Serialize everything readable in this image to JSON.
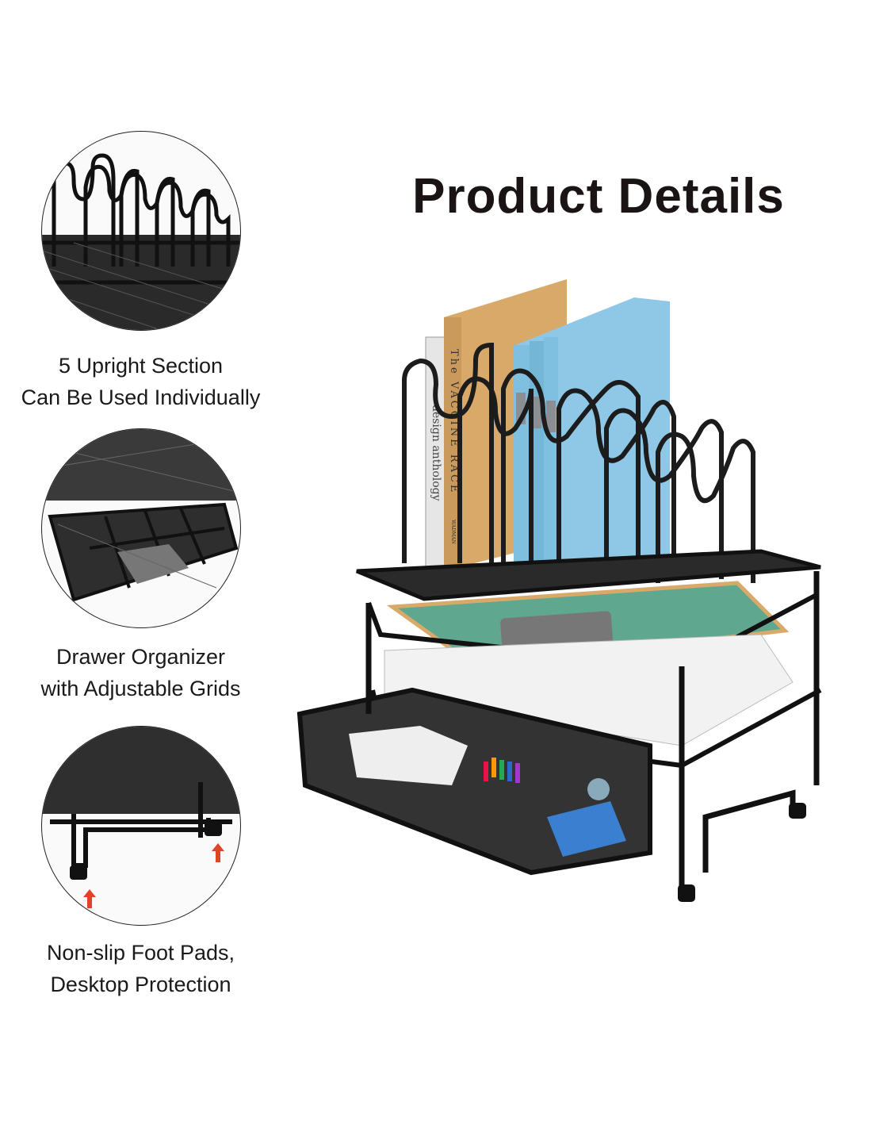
{
  "title": "Product Details",
  "features": [
    {
      "icon": "upright-sections-closeup",
      "lines": [
        "5 Upright Section",
        "Can Be Used Individually"
      ]
    },
    {
      "icon": "drawer-organizer-closeup",
      "lines": [
        "Drawer Organizer",
        "with Adjustable Grids"
      ]
    },
    {
      "icon": "foot-pads-closeup",
      "lines": [
        "Non-slip Foot Pads,",
        "Desktop Protection"
      ]
    }
  ],
  "books": {
    "white_spine": "design anthology",
    "tan_spine": "The VACCINE RACE",
    "tan_author": "WADMAN"
  },
  "colors": {
    "frame": "#1c1c1c",
    "folder": "#7fc0e0",
    "book": "#d9a96a",
    "board": "#5fa78f",
    "arrow": "#e0432a"
  }
}
